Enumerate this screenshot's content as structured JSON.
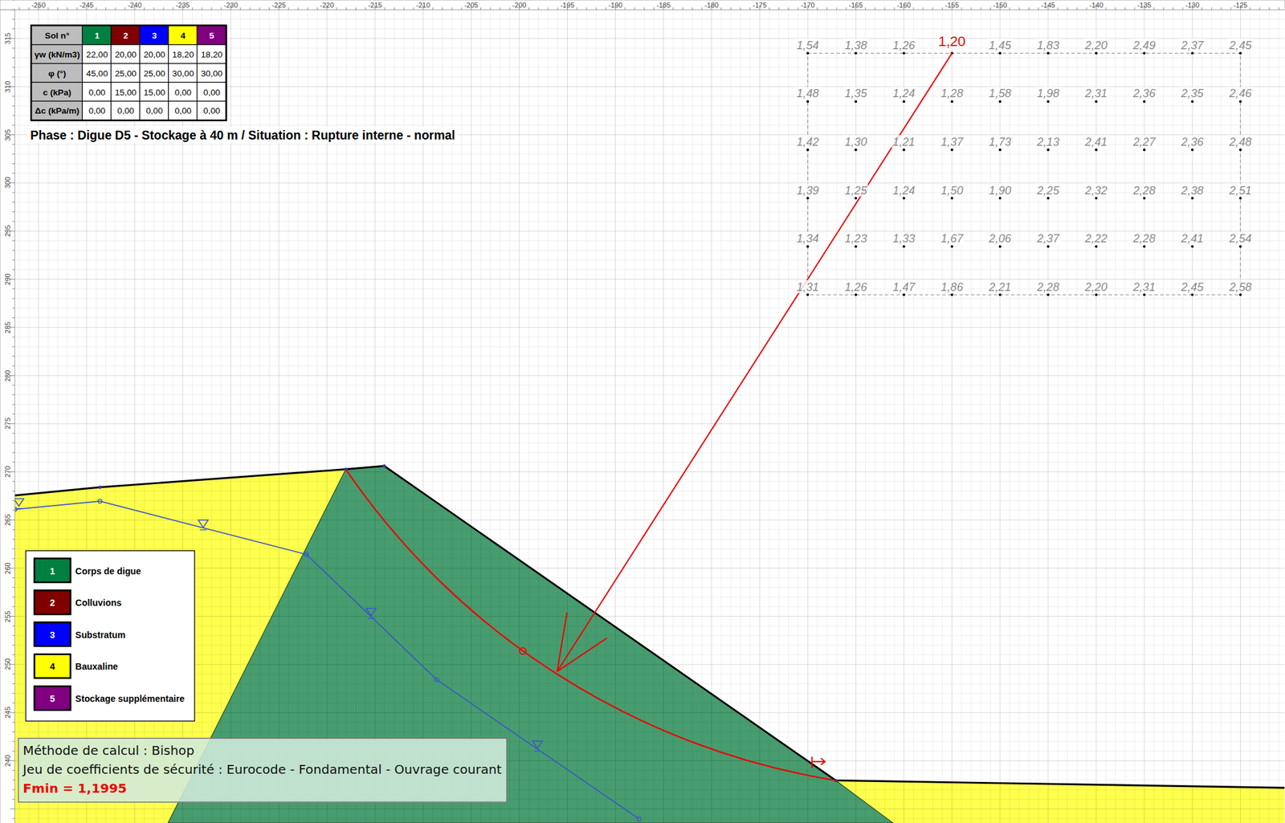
{
  "diagram": {
    "title": "Phase : Digue D5 - Stockage à 40 m / Situation : Rupture interne - normal",
    "nodes": [
      {
        "text": [
          "Méthode de calcul : Bishop",
          "Jeu de coefficients de sécurité : Eurocode - Fondamental - Ouvrage courant",
          "Fmin = 1,1995"
        ]
      }
    ],
    "labels": [
      "Sol n°",
      "1",
      "2",
      "3",
      "4",
      "5",
      "γw (kN/m3)",
      "22,00",
      "20,00",
      "20,00",
      "18,20",
      "18,20",
      "φ (°)",
      "45,00",
      "25,00",
      "25,00",
      "30,00",
      "30,00",
      "c (kPa)",
      "0,00",
      "15,00",
      "15,00",
      "0,00",
      "0,00",
      "Δc (kPa/m)",
      "0,00",
      "0,00",
      "0,00",
      "0,00",
      "0,00",
      "-250",
      "-245",
      "-240",
      "-235",
      "-230",
      "-225",
      "-220",
      "-215",
      "-210",
      "-205",
      "-200",
      "-195",
      "-190",
      "-185",
      "-180",
      "-175",
      "-170",
      "-165",
      "-160",
      "-155",
      "-150",
      "-145",
      "-140",
      "-135",
      "-130",
      "-125",
      "315",
      "310",
      "305",
      "300",
      "295",
      "290",
      "285",
      "280",
      "275",
      "270",
      "265",
      "260",
      "255",
      "250",
      "245",
      "240",
      "1,54",
      "1,38",
      "1,26",
      "1,20",
      "1,45",
      "1,83",
      "2,20",
      "2,49",
      "2,37",
      "2,45",
      "1,48",
      "1,35",
      "1,24",
      "1,28",
      "1,58",
      "1,98",
      "2,31",
      "2,36",
      "2,35",
      "2,46",
      "1,42",
      "1,30",
      "1,21",
      "1,37",
      "1,73",
      "2,13",
      "2,41",
      "2,27",
      "2,36",
      "2,48",
      "1,39",
      "1,25",
      "1,24",
      "1,50",
      "1,90",
      "2,25",
      "2,32",
      "2,28",
      "2,38",
      "2,51",
      "1,34",
      "1,23",
      "1,33",
      "1,67",
      "2,06",
      "2,37",
      "2,22",
      "2,28",
      "2,41",
      "2,54",
      "1,31",
      "1,26",
      "1,47",
      "1,86",
      "2,21",
      "2,28",
      "2,20",
      "2,31",
      "2,45",
      "2,58",
      "1",
      "2",
      "3",
      "4",
      "5"
    ],
    "legend": [
      {
        "text": "Corps de digue",
        "color": "#008040"
      },
      {
        "text": "Colluvions",
        "color": "#800000"
      },
      {
        "text": "Substratum",
        "color": "#0000ff"
      },
      {
        "text": "Bauxaline",
        "color": "#ffff00"
      },
      {
        "text": "Stockage supplémentaire",
        "color": "#800080"
      }
    ]
  }
}
